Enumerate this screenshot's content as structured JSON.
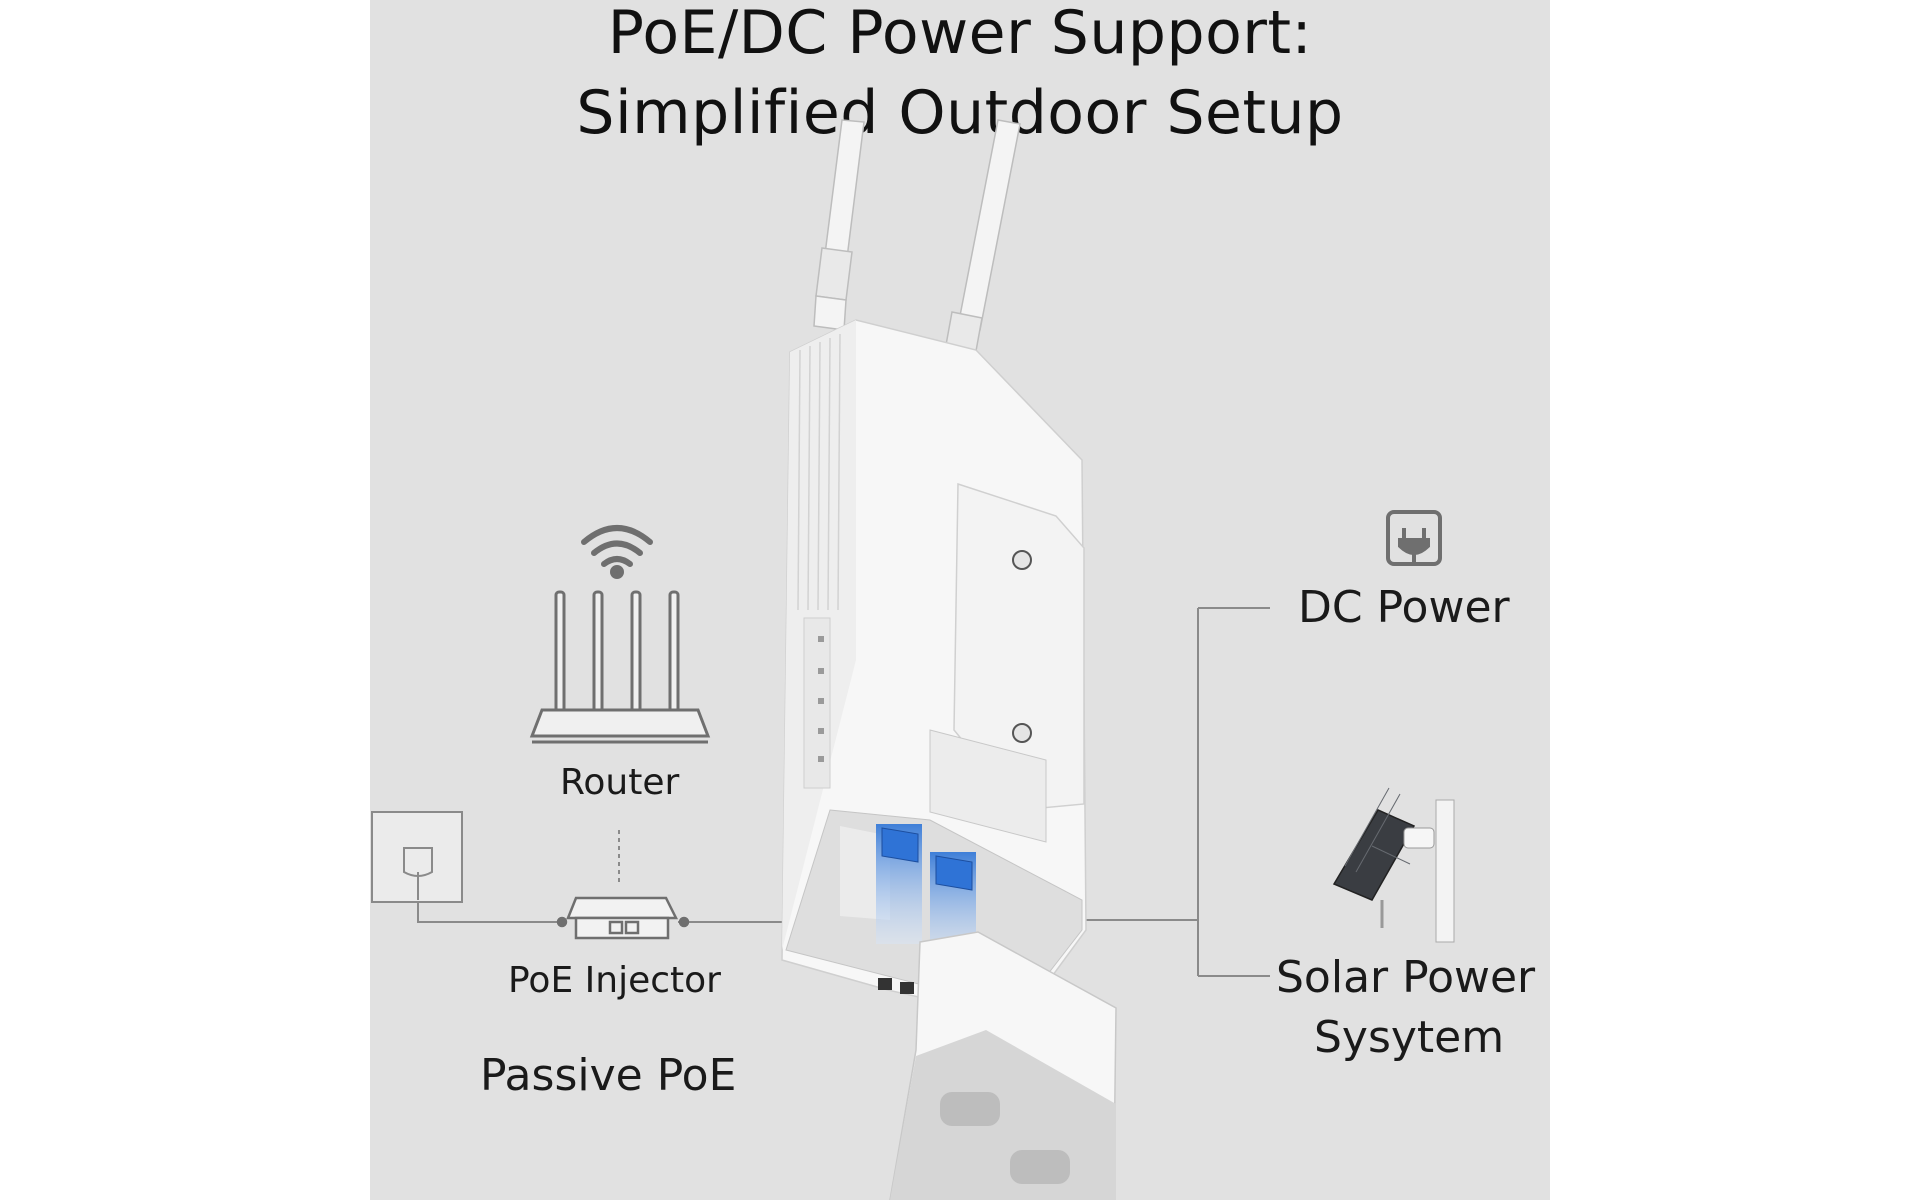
{
  "title": {
    "line1": "PoE/DC Power Support:",
    "line2": "Simplified Outdoor Setup"
  },
  "labels": {
    "router": "Router",
    "poe_injector": "PoE Injector",
    "passive_poe": "Passive PoE",
    "dc_power": "DC Power",
    "solar_line1": "Solar Power",
    "solar_line2": "Sysytem"
  },
  "icons": [
    "wifi-icon",
    "router-icon",
    "wall-outlet-icon",
    "poe-injector-icon",
    "power-plug-icon",
    "solar-panel-icon",
    "outdoor-access-point-device"
  ],
  "colors": {
    "background": "#e1e1e1",
    "device_body": "#f7f7f7",
    "line": "#8a8a8a",
    "icon": "#6f6f6f",
    "port_glow": "#4a8fe0"
  }
}
